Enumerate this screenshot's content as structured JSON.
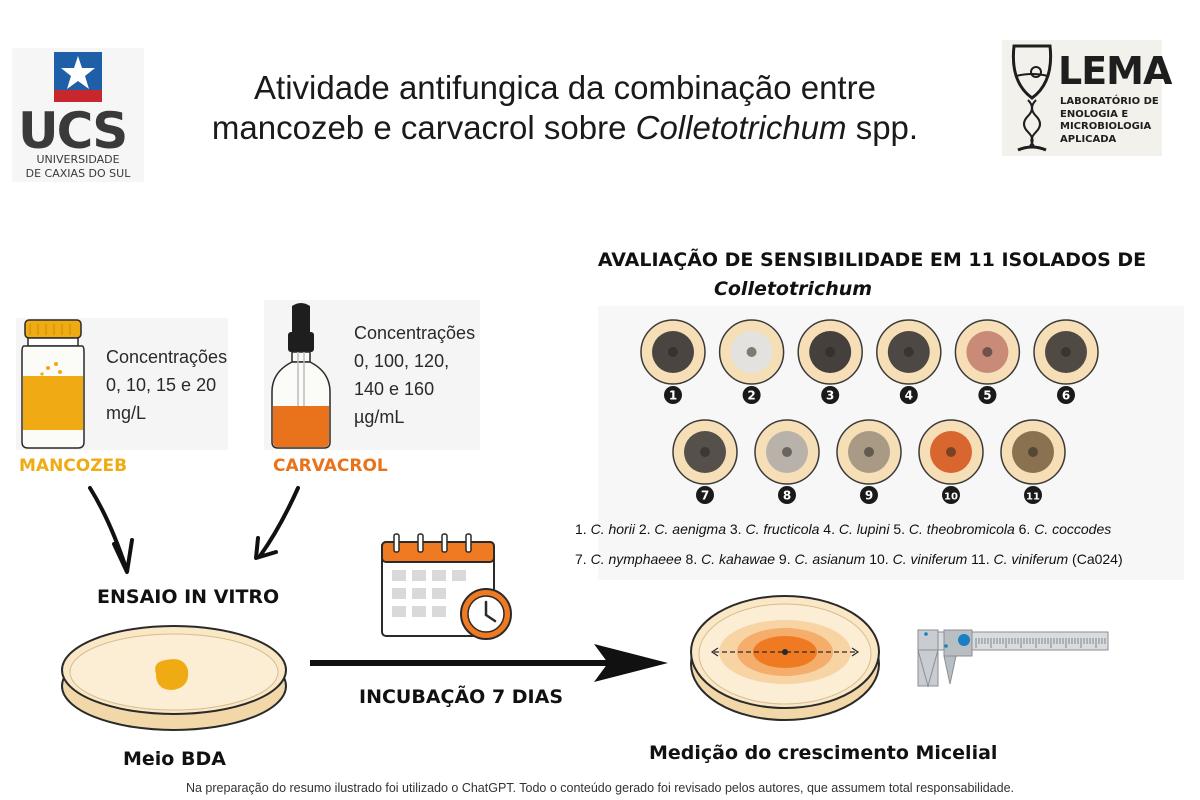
{
  "header": {
    "ucs_logo": {
      "word": "UCS",
      "line1": "UNIVERSIDADE",
      "line2": "DE CAXIAS DO SUL"
    },
    "title_line1": "Atividade antifungica da combinação entre",
    "title_line2_pre": "mancozeb e carvacrol sobre ",
    "title_line2_italic": "Colletotrichum",
    "title_line2_post": " spp.",
    "lema_logo": {
      "word": "LEMA",
      "line1": "LABORATÓRIO DE",
      "line2": "ENOLOGIA E",
      "line3": "MICROBIOLOGIA",
      "line4": "APLICADA"
    }
  },
  "mancozeb": {
    "label": "MANCOZEB",
    "conc_line1": "Concentrações",
    "conc_line2": "0, 10, 15 e 20",
    "conc_line3": "mg/L",
    "color": "#f0ab14"
  },
  "carvacrol": {
    "label": "CARVACROL",
    "conc_line1": "Concentrações",
    "conc_line2": "0, 100, 120,",
    "conc_line3": "140 e 160",
    "conc_line4": "µg/mL",
    "color": "#e8731c"
  },
  "workflow": {
    "assay_label": "ENSAIO IN VITRO",
    "medium_label": "Meio BDA",
    "incubation_label": "INCUBAÇÃO 7 DIAS",
    "measurement_label": "Medição do crescimento Micelial"
  },
  "sensitivity": {
    "title": "AVALIAÇÃO DE SENSIBILIDADE EM 11 ISOLADOS DE",
    "genus": "Colletotrichum",
    "isolates": [
      {
        "number": "1",
        "colony": "#4a4540"
      },
      {
        "number": "2",
        "colony": "#e4e2de"
      },
      {
        "number": "3",
        "colony": "#45403b"
      },
      {
        "number": "4",
        "colony": "#4d4843"
      },
      {
        "number": "5",
        "colony": "#c98b78"
      },
      {
        "number": "6",
        "colony": "#504a44"
      },
      {
        "number": "7",
        "colony": "#55504a"
      },
      {
        "number": "8",
        "colony": "#b8b2aa"
      },
      {
        "number": "9",
        "colony": "#a89a84"
      },
      {
        "number": "10",
        "colony": "#d9662e"
      },
      {
        "number": "11",
        "colony": "#8a7150"
      }
    ],
    "species_line1": [
      {
        "num": "1.",
        "name": "C. horii"
      },
      {
        "num": "2.",
        "name": "C. aenigma"
      },
      {
        "num": "3.",
        "name": "C. fructicola"
      },
      {
        "num": "4.",
        "name": "C. lupini"
      },
      {
        "num": "5.",
        "name": "C. theobromicola"
      },
      {
        "num": "6.",
        "name": "C. coccodes"
      }
    ],
    "species_line2": [
      {
        "num": "7.",
        "name": "C. nymphaeee"
      },
      {
        "num": "8.",
        "name": "C. kahawae"
      },
      {
        "num": "9.",
        "name": "C. asianum"
      },
      {
        "num": "10.",
        "name": "C. viniferum"
      },
      {
        "num": "11.",
        "name": "C. viniferum",
        "suffix": " (Ca024)"
      }
    ]
  },
  "footnote": "Na preparação do resumo ilustrado foi utilizado o ChatGPT. Todo o conteúdo gerado foi revisado pelos autores, que assumem total responsabilidade."
}
